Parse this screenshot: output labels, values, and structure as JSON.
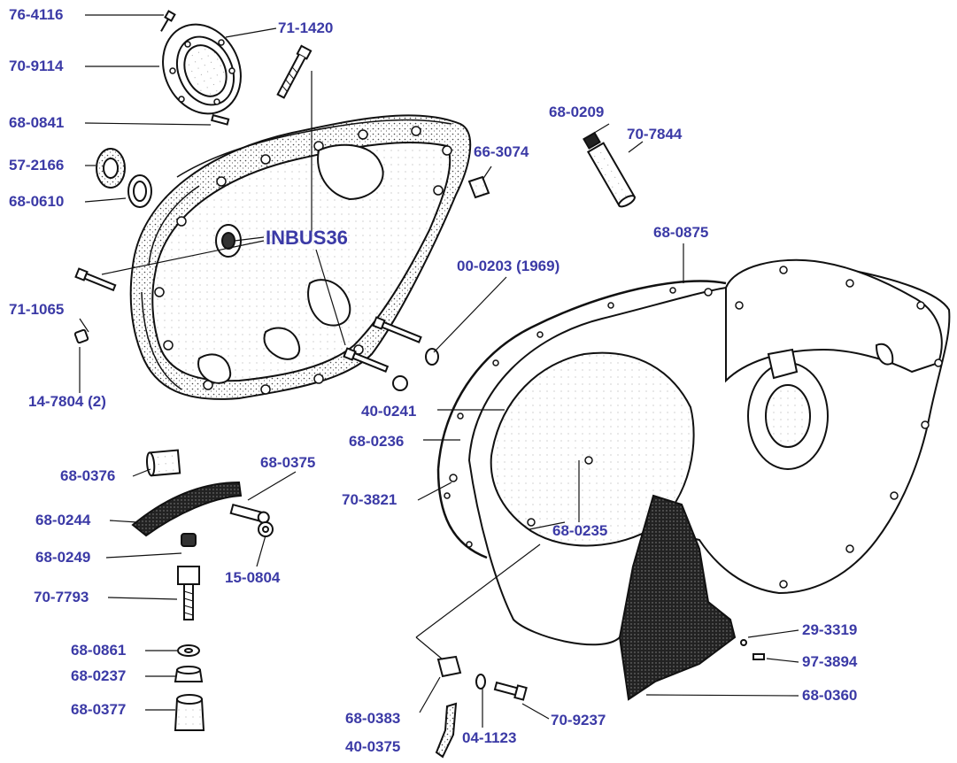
{
  "diagram": {
    "label_color": "#3b3aa6",
    "line_color": "#111111",
    "parts": [
      {
        "id": "76-4116"
      },
      {
        "id": "71-1420"
      },
      {
        "id": "70-9114"
      },
      {
        "id": "68-0841"
      },
      {
        "id": "57-2166"
      },
      {
        "id": "68-0610"
      },
      {
        "id": "66-3074"
      },
      {
        "id": "68-0209"
      },
      {
        "id": "70-7844"
      },
      {
        "id": "INBUS36"
      },
      {
        "id": "68-0875"
      },
      {
        "id": "00-0203 (1969)"
      },
      {
        "id": "71-1065"
      },
      {
        "id": "14-7804 (2)"
      },
      {
        "id": "40-0241"
      },
      {
        "id": "68-0236"
      },
      {
        "id": "68-0376"
      },
      {
        "id": "68-0375"
      },
      {
        "id": "70-3821"
      },
      {
        "id": "68-0244"
      },
      {
        "id": "68-0249"
      },
      {
        "id": "15-0804"
      },
      {
        "id": "68-0235"
      },
      {
        "id": "70-7793"
      },
      {
        "id": "68-0861"
      },
      {
        "id": "68-0237"
      },
      {
        "id": "68-0377"
      },
      {
        "id": "29-3319"
      },
      {
        "id": "97-3894"
      },
      {
        "id": "68-0360"
      },
      {
        "id": "68-0383"
      },
      {
        "id": "70-9237"
      },
      {
        "id": "04-1123"
      },
      {
        "id": "40-0375"
      }
    ]
  }
}
